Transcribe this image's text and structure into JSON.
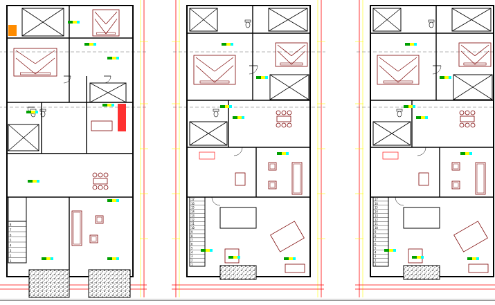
{
  "drawing": {
    "sheets": [
      {
        "id": "plan-left",
        "stair_numbers": [
          "1",
          "2",
          "3",
          "4",
          "5",
          "6",
          "7",
          "8"
        ]
      },
      {
        "id": "plan-middle",
        "stair_numbers": [
          "1",
          "2",
          "3",
          "4",
          "5",
          "6",
          "7",
          "8",
          "9",
          "10",
          "11",
          "12",
          "13",
          "14",
          "15",
          "16",
          "17"
        ]
      },
      {
        "id": "plan-right",
        "stair_numbers": [
          "1",
          "2",
          "3",
          "4",
          "5",
          "6",
          "7",
          "8",
          "9",
          "10",
          "11",
          "12",
          "13",
          "14",
          "15",
          "16",
          "17"
        ]
      }
    ],
    "colors": {
      "wall": "#000000",
      "dimension_line": "#ff0000",
      "extension_line": "#ffff00",
      "axis_line": "#6a6a6a",
      "furniture": "#7a0000",
      "tag_green": "#00a000",
      "tag_yellow": "#ffff00",
      "tag_cyan": "#00ffff",
      "hatch": "#444444",
      "accent_orange": "#ff8c00"
    }
  }
}
